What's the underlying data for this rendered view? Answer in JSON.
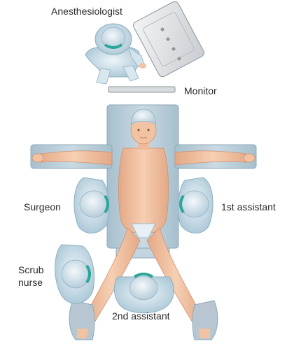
{
  "diagram": {
    "labels": {
      "anesthesiologist": "Anesthesiologist",
      "monitor": "Monitor",
      "surgeon": "Surgeon",
      "first_assistant": "1st assistant",
      "scrub_line1": "Scrub",
      "scrub_line2": "nurse",
      "second_assistant": "2nd assistant"
    },
    "colors": {
      "table": "#b9cdd8",
      "table_edge": "#8fa9b8",
      "skin": "#f2c3a3",
      "skin_shade": "#e0a582",
      "gown": "#cfe2ec",
      "gown_edge": "#9fbccb",
      "cap": "#dce9f1",
      "mask": "#2aa79a",
      "machine": "#e4e6e8",
      "boot": "#b7c6d1"
    }
  }
}
